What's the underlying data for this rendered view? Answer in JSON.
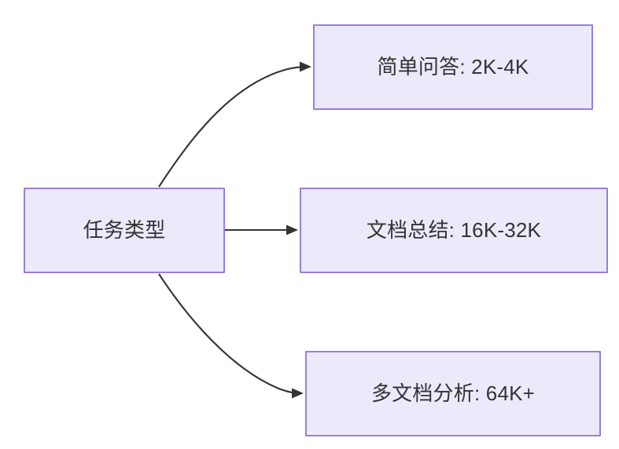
{
  "diagram": {
    "type": "flowchart",
    "direction": "left-to-right",
    "background_color": "#ffffff",
    "node_fill_color": "#ece9fb",
    "node_border_color": "#9a7ed8",
    "node_text_color": "#333333",
    "edge_color": "#333333",
    "nodes": [
      {
        "id": "root",
        "label": "任务类型"
      },
      {
        "id": "simple_qa",
        "label": "简单问答: 2K-4K"
      },
      {
        "id": "doc_summary",
        "label": "文档总结: 16K-32K"
      },
      {
        "id": "multi_doc",
        "label": "多文档分析: 64K+"
      }
    ],
    "edges": [
      {
        "from": "root",
        "to": "simple_qa",
        "style": "curved-arrow",
        "label": ""
      },
      {
        "from": "root",
        "to": "doc_summary",
        "style": "straight-arrow",
        "label": ""
      },
      {
        "from": "root",
        "to": "multi_doc",
        "style": "curved-arrow",
        "label": ""
      }
    ]
  }
}
